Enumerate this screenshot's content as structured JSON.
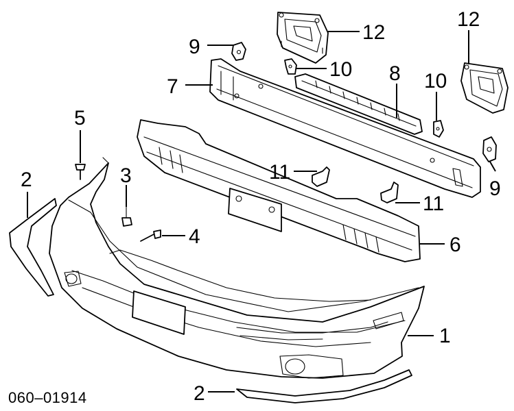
{
  "diagram": {
    "reference_code": "060–01914",
    "callouts": [
      {
        "id": "1",
        "label": "1"
      },
      {
        "id": "2a",
        "label": "2"
      },
      {
        "id": "2b",
        "label": "2"
      },
      {
        "id": "3",
        "label": "3"
      },
      {
        "id": "4",
        "label": "4"
      },
      {
        "id": "5",
        "label": "5"
      },
      {
        "id": "6",
        "label": "6"
      },
      {
        "id": "7",
        "label": "7"
      },
      {
        "id": "8",
        "label": "8"
      },
      {
        "id": "9a",
        "label": "9"
      },
      {
        "id": "9b",
        "label": "9"
      },
      {
        "id": "10a",
        "label": "10"
      },
      {
        "id": "10b",
        "label": "10"
      },
      {
        "id": "11a",
        "label": "11"
      },
      {
        "id": "11b",
        "label": "11"
      },
      {
        "id": "12a",
        "label": "12"
      },
      {
        "id": "12b",
        "label": "12"
      }
    ]
  }
}
